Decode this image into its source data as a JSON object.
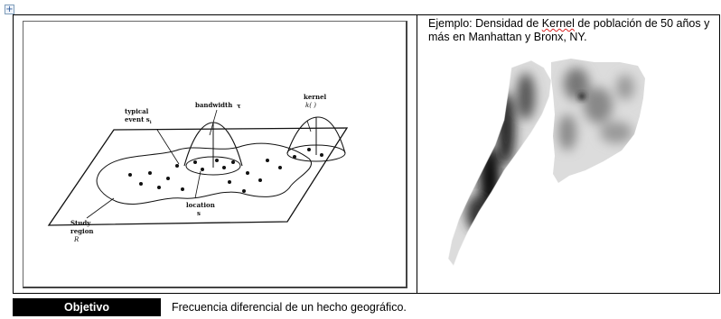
{
  "caption": {
    "prefix": "Ejemplo: Densidad de ",
    "kernel_word": "Kernel",
    "suffix": " de población de 50 años y más en Manhattan y Bronx, NY."
  },
  "diagram": {
    "typical_event_line1": "typical",
    "typical_event_line2": "event s",
    "typical_event_sub": "i",
    "bandwidth": "bandwidth",
    "tau": "τ",
    "kernel_line1": "kernel",
    "kernel_line2": "k( )",
    "location_line1": "location",
    "location_line2": "s",
    "study_line1": "Study",
    "study_line2": "region",
    "study_line3": "R"
  },
  "footer": {
    "label": "Objetivo",
    "value": "Frecuencia diferencial de un hecho geográfico."
  },
  "icons": {
    "move_handle": "move-handle-icon"
  }
}
